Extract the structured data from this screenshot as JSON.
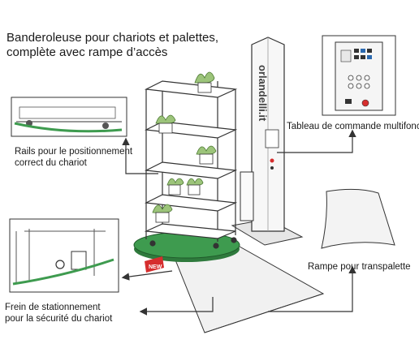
{
  "title_line1": "Banderoleuse pour chariots et palettes,",
  "title_line2": "complète avec rampe d’accès",
  "labels": {
    "tableau": "Tableau de commande multifonction",
    "rails_line1": "Rails pour le positionnement",
    "rails_line2": "correct du chariot",
    "rampe": "Rampe pour transpalette",
    "frein_line1": "Frein de stationnement",
    "frein_line2": "pour la sécurité du chariot"
  },
  "brand": "orlandelli.it",
  "badge": "NEW",
  "colors": {
    "turntable": "#3e9b4f",
    "badge": "#d62e2e",
    "plant": "#7fae5a",
    "line": "#333333"
  }
}
